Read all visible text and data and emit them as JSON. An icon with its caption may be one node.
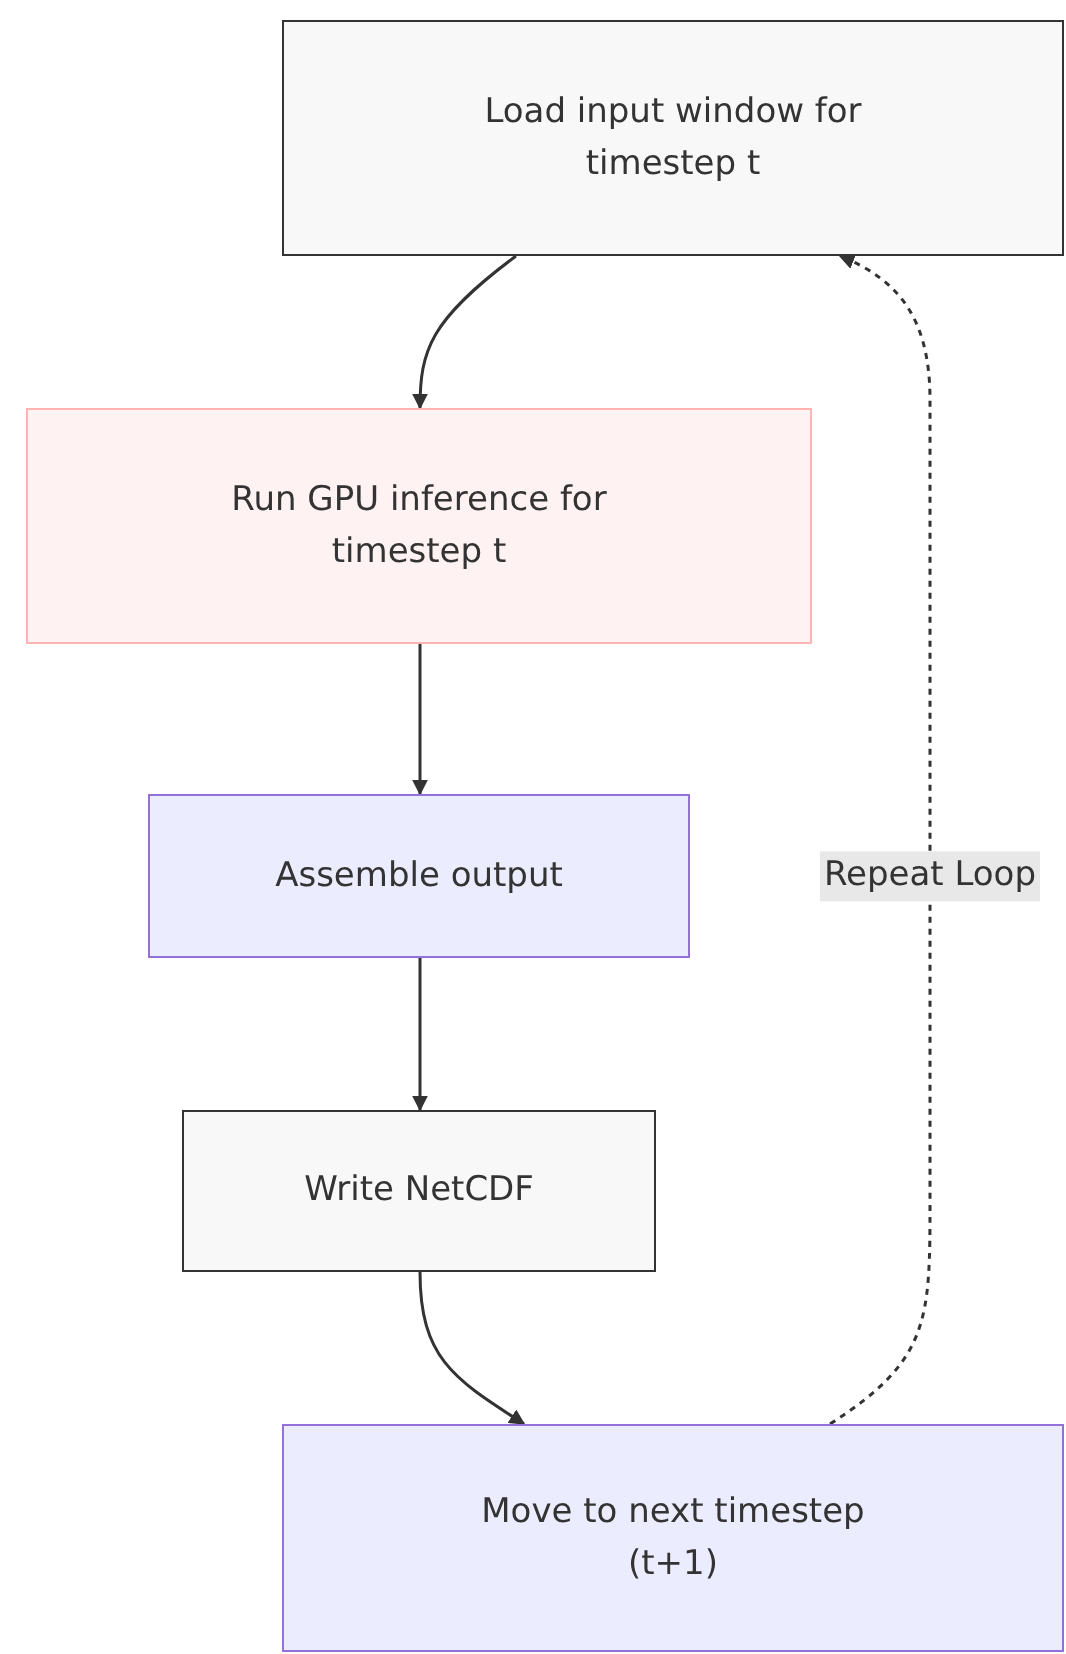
{
  "diagram": {
    "nodes": [
      {
        "text": [
          "Load input window for timestep t"
        ]
      },
      {
        "text": [
          "Run GPU inference for timestep t"
        ]
      },
      {
        "text": [
          "Assemble output"
        ]
      },
      {
        "text": [
          "Write NetCDF"
        ]
      },
      {
        "text": [
          "Move to next timestep (t+1)"
        ]
      }
    ],
    "edges": [
      {
        "from": 0,
        "to": 1,
        "arrow": "to"
      },
      {
        "from": 1,
        "to": 2,
        "arrow": "to"
      },
      {
        "from": 2,
        "to": 3,
        "arrow": "to"
      },
      {
        "from": 3,
        "to": 4,
        "arrow": "to"
      },
      {
        "from": 4,
        "to": 0,
        "arrow": "to",
        "label": "Repeat Loop",
        "style": "dashed"
      }
    ]
  }
}
